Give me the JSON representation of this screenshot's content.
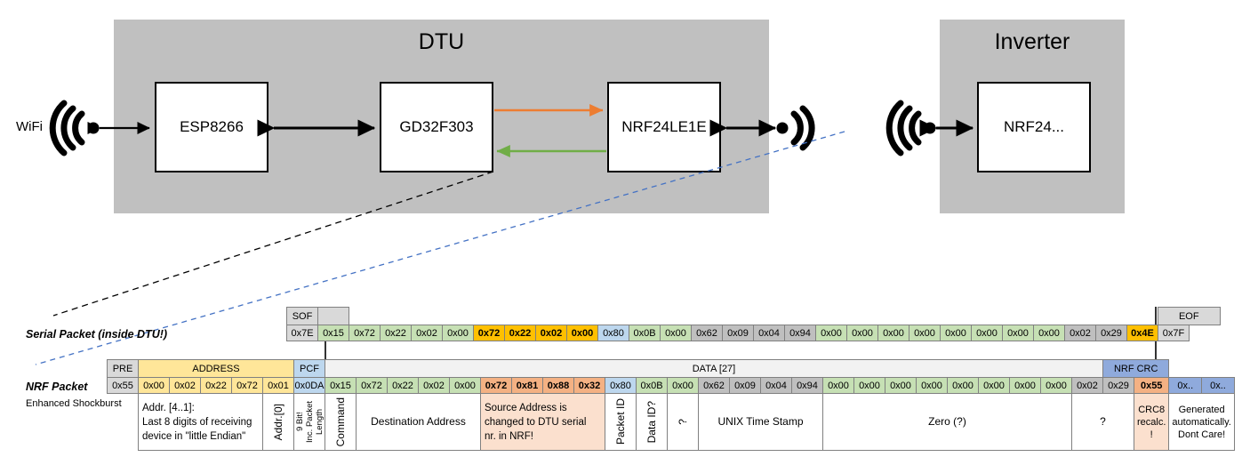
{
  "diagram": {
    "dtu": {
      "title": "DTU",
      "chips": [
        {
          "name": "chip-esp8266",
          "label": "ESP8266"
        },
        {
          "name": "chip-gd32f303",
          "label": "GD32F303"
        },
        {
          "name": "chip-nrf24le1e",
          "label": "NRF24LE1E"
        }
      ]
    },
    "inverter": {
      "title": "Inverter",
      "chips": [
        {
          "name": "chip-nrf24",
          "label": "NRF24..."
        }
      ]
    },
    "wifi_label": "WiFi",
    "arrow_colors": {
      "black": "#000000",
      "orange": "#ED7D31",
      "green": "#70AD47",
      "callout_serial": "#000000",
      "callout_nrf": "#4472C4"
    }
  },
  "labels": {
    "serial_packet": "Serial Packet (inside DTU!)",
    "nrf_packet": "NRF Packet",
    "enhanced_shockburst": "Enhanced Shockburst"
  },
  "colors": {
    "grey_light": "#D9D9D9",
    "grey_mid": "#BFBFBF",
    "green": "#C6E0B4",
    "amber": "#FFC000",
    "amber_pale": "#FFE699",
    "blue_light": "#BDD7EE",
    "blue_mid": "#8FAADC",
    "peach": "#F4B183",
    "peach_light": "#FBE0CE",
    "enclosure_grey": "#C0C0C0"
  },
  "serial_packet": {
    "headers": [
      {
        "label": "SOF",
        "span": 1,
        "color": "grey_light"
      },
      {
        "label": "",
        "span": 1,
        "color": "grey_light"
      }
    ],
    "bytes": [
      {
        "v": "0x7E",
        "c": "grey_light"
      },
      {
        "v": "0x15",
        "c": "green"
      },
      {
        "v": "0x72",
        "c": "green"
      },
      {
        "v": "0x22",
        "c": "green"
      },
      {
        "v": "0x02",
        "c": "green"
      },
      {
        "v": "0x00",
        "c": "green"
      },
      {
        "v": "0x72",
        "c": "amber",
        "bold": true
      },
      {
        "v": "0x22",
        "c": "amber",
        "bold": true
      },
      {
        "v": "0x02",
        "c": "amber",
        "bold": true
      },
      {
        "v": "0x00",
        "c": "amber",
        "bold": true
      },
      {
        "v": "0x80",
        "c": "blue_light"
      },
      {
        "v": "0x0B",
        "c": "green"
      },
      {
        "v": "0x00",
        "c": "green"
      },
      {
        "v": "0x62",
        "c": "grey_mid"
      },
      {
        "v": "0x09",
        "c": "grey_mid"
      },
      {
        "v": "0x04",
        "c": "grey_mid"
      },
      {
        "v": "0x94",
        "c": "grey_mid"
      },
      {
        "v": "0x00",
        "c": "green"
      },
      {
        "v": "0x00",
        "c": "green"
      },
      {
        "v": "0x00",
        "c": "green"
      },
      {
        "v": "0x00",
        "c": "green"
      },
      {
        "v": "0x00",
        "c": "green"
      },
      {
        "v": "0x00",
        "c": "green"
      },
      {
        "v": "0x00",
        "c": "green"
      },
      {
        "v": "0x00",
        "c": "green"
      },
      {
        "v": "0x02",
        "c": "grey_mid"
      },
      {
        "v": "0x29",
        "c": "grey_mid"
      },
      {
        "v": "0x4E",
        "c": "amber",
        "bold": true
      },
      {
        "v": "0x7F",
        "c": "grey_light"
      }
    ],
    "eof_label": "EOF"
  },
  "nrf_packet": {
    "header_row": [
      {
        "label": "PRE",
        "span": 1,
        "color": "grey_light"
      },
      {
        "label": "ADDRESS",
        "span": 5,
        "color": "amber_pale"
      },
      {
        "label": "PCF",
        "span": 1,
        "color": "blue_light"
      },
      {
        "label": "",
        "span": 25,
        "color": "blank"
      },
      {
        "label": "NRF CRC",
        "span": 2,
        "color": "blue_mid"
      }
    ],
    "data_header": "DATA [27]",
    "bytes": [
      {
        "v": "0x55",
        "c": "grey_light"
      },
      {
        "v": "0x00",
        "c": "amber_pale"
      },
      {
        "v": "0x02",
        "c": "amber_pale"
      },
      {
        "v": "0x22",
        "c": "amber_pale"
      },
      {
        "v": "0x72",
        "c": "amber_pale"
      },
      {
        "v": "0x01",
        "c": "amber_pale"
      },
      {
        "v": "0x0DA",
        "c": "blue_light"
      },
      {
        "v": "0x15",
        "c": "green"
      },
      {
        "v": "0x72",
        "c": "green"
      },
      {
        "v": "0x22",
        "c": "green"
      },
      {
        "v": "0x02",
        "c": "green"
      },
      {
        "v": "0x00",
        "c": "green"
      },
      {
        "v": "0x72",
        "c": "peach",
        "bold": true
      },
      {
        "v": "0x81",
        "c": "peach",
        "bold": true
      },
      {
        "v": "0x88",
        "c": "peach",
        "bold": true
      },
      {
        "v": "0x32",
        "c": "peach",
        "bold": true
      },
      {
        "v": "0x80",
        "c": "blue_light"
      },
      {
        "v": "0x0B",
        "c": "green"
      },
      {
        "v": "0x00",
        "c": "green"
      },
      {
        "v": "0x62",
        "c": "grey_mid"
      },
      {
        "v": "0x09",
        "c": "grey_mid"
      },
      {
        "v": "0x04",
        "c": "grey_mid"
      },
      {
        "v": "0x94",
        "c": "grey_mid"
      },
      {
        "v": "0x00",
        "c": "green"
      },
      {
        "v": "0x00",
        "c": "green"
      },
      {
        "v": "0x00",
        "c": "green"
      },
      {
        "v": "0x00",
        "c": "green"
      },
      {
        "v": "0x00",
        "c": "green"
      },
      {
        "v": "0x00",
        "c": "green"
      },
      {
        "v": "0x00",
        "c": "green"
      },
      {
        "v": "0x00",
        "c": "green"
      },
      {
        "v": "0x02",
        "c": "grey_mid"
      },
      {
        "v": "0x29",
        "c": "grey_mid"
      },
      {
        "v": "0x55",
        "c": "peach",
        "bold": true
      },
      {
        "v": "0x..",
        "c": "blue_mid"
      },
      {
        "v": "0x..",
        "c": "blue_mid"
      }
    ],
    "descriptions": [
      {
        "name": "desc-pre",
        "text": "",
        "span": 1,
        "color": "none",
        "rot": false
      },
      {
        "name": "desc-address",
        "text": "Addr. [4..1]:\nLast 8 digits of receiving\ndevice in \"little Endian\"",
        "span": 4,
        "color": "white",
        "rot": false,
        "align": "left"
      },
      {
        "name": "desc-addr0",
        "text": "Addr.[0]",
        "span": 1,
        "color": "white",
        "rot": true
      },
      {
        "name": "desc-packet-length",
        "text": "9 Bit!\nInc. Packet\nLength",
        "span": 1,
        "color": "white",
        "rot": true,
        "small": true
      },
      {
        "name": "desc-command",
        "text": "Command",
        "span": 1,
        "color": "white",
        "rot": true
      },
      {
        "name": "desc-destination-address",
        "text": "Destination Address",
        "span": 4,
        "color": "white",
        "rot": false
      },
      {
        "name": "desc-source-address",
        "text": "Source Address is\nchanged to DTU serial\nnr. in NRF!",
        "span": 4,
        "color": "peach_light",
        "rot": false,
        "align": "left"
      },
      {
        "name": "desc-packet-id",
        "text": "Packet ID",
        "span": 1,
        "color": "white",
        "rot": true
      },
      {
        "name": "desc-data-id",
        "text": "Data ID?",
        "span": 1,
        "color": "white",
        "rot": true
      },
      {
        "name": "desc-unknown-1",
        "text": "?",
        "span": 1,
        "color": "white",
        "rot": true
      },
      {
        "name": "desc-unix-time-stamp",
        "text": "UNIX Time Stamp",
        "span": 4,
        "color": "white",
        "rot": false
      },
      {
        "name": "desc-zero",
        "text": "Zero (?)",
        "span": 8,
        "color": "white",
        "rot": false
      },
      {
        "name": "desc-unknown-2",
        "text": "?",
        "span": 2,
        "color": "white",
        "rot": false
      },
      {
        "name": "desc-crc8",
        "text": "CRC8\nrecalc.\n!",
        "span": 1,
        "color": "peach_light",
        "rot": false,
        "small": true
      },
      {
        "name": "desc-nrf-crc",
        "text": "Generated\nautomatically.\nDont Care!",
        "span": 2,
        "color": "white",
        "rot": false,
        "small": true
      }
    ]
  }
}
